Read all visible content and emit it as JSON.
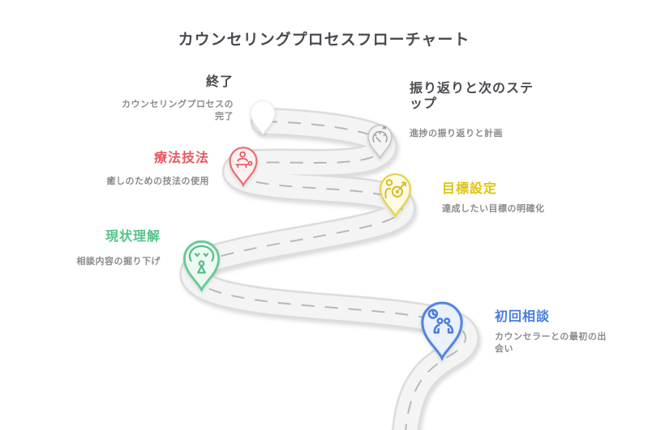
{
  "title": "カウンセリングプロセスフローチャート",
  "colors": {
    "title_text": "#4a4a50",
    "description_text": "#8b8b90",
    "road_surface": "#f4f4f4",
    "road_edge": "#dcdcdc",
    "road_dash": "#b8b8b8",
    "red_accent": "#e85862",
    "green_accent": "#57c38a",
    "yellow_accent": "#ddc414",
    "blue_accent": "#477be0",
    "gray_accent": "#c9c9c9"
  },
  "milestones": [
    {
      "id": "initial-consultation",
      "heading": "初回相談",
      "description": "カウンセラーとの最初の出会い",
      "icon": "meeting-icon",
      "accent": "#477be0"
    },
    {
      "id": "current-understanding",
      "heading": "現状理解",
      "description": "相談内容の掘り下げ",
      "icon": "mind-tree-icon",
      "accent": "#57c38a"
    },
    {
      "id": "goal-setting",
      "heading": "目標設定",
      "description": "達成したい目標の明確化",
      "icon": "person-target-icon",
      "accent": "#ddc414"
    },
    {
      "id": "therapy-technique",
      "heading": "療法技法",
      "description": "癒しのための技法の使用",
      "icon": "massage-icon",
      "accent": "#e85862"
    },
    {
      "id": "reflection-next-steps",
      "heading": "振り返りと次のステップ",
      "description": "進捗の振り返りと計画",
      "icon": "gauge-icon",
      "accent": "#c9c9c9"
    },
    {
      "id": "end",
      "heading": "終了",
      "description": "カウンセリングプロセスの完了",
      "icon": "end-balloon",
      "accent": "#ffffff"
    }
  ]
}
